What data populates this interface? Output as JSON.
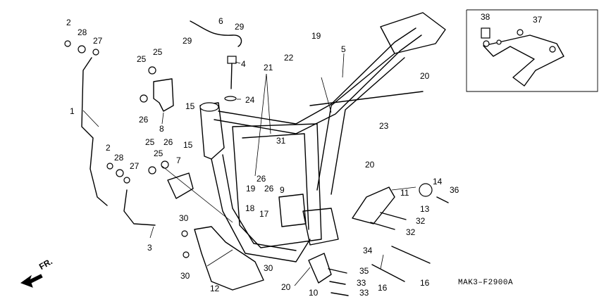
{
  "diagram_code": "MAK3–F2900A",
  "direction_label": "FR.",
  "callouts": [
    {
      "id": "c1",
      "label": "1"
    },
    {
      "id": "c2a",
      "label": "2"
    },
    {
      "id": "c28a",
      "label": "28"
    },
    {
      "id": "c27a",
      "label": "27"
    },
    {
      "id": "c2b",
      "label": "2"
    },
    {
      "id": "c28b",
      "label": "28"
    },
    {
      "id": "c27b",
      "label": "27"
    },
    {
      "id": "c3",
      "label": "3"
    },
    {
      "id": "c25a",
      "label": "25"
    },
    {
      "id": "c25b",
      "label": "25"
    },
    {
      "id": "c26a",
      "label": "26"
    },
    {
      "id": "c8",
      "label": "8"
    },
    {
      "id": "c25c",
      "label": "25"
    },
    {
      "id": "c25d",
      "label": "25"
    },
    {
      "id": "c26b",
      "label": "26"
    },
    {
      "id": "c7",
      "label": "7"
    },
    {
      "id": "c30a",
      "label": "30"
    },
    {
      "id": "c30b",
      "label": "30"
    },
    {
      "id": "c12",
      "label": "12"
    },
    {
      "id": "c29a",
      "label": "29"
    },
    {
      "id": "c6",
      "label": "6"
    },
    {
      "id": "c29b",
      "label": "29"
    },
    {
      "id": "c4",
      "label": "4"
    },
    {
      "id": "c24",
      "label": "24"
    },
    {
      "id": "c15a",
      "label": "15"
    },
    {
      "id": "c15b",
      "label": "15"
    },
    {
      "id": "c21",
      "label": "21"
    },
    {
      "id": "c22",
      "label": "22"
    },
    {
      "id": "c19a",
      "label": "19"
    },
    {
      "id": "c5",
      "label": "5"
    },
    {
      "id": "c20a",
      "label": "20"
    },
    {
      "id": "c23",
      "label": "23"
    },
    {
      "id": "c31",
      "label": "31"
    },
    {
      "id": "c26c",
      "label": "26"
    },
    {
      "id": "c19b",
      "label": "19"
    },
    {
      "id": "c9",
      "label": "9"
    },
    {
      "id": "c26d",
      "label": "26"
    },
    {
      "id": "c18",
      "label": "18"
    },
    {
      "id": "c17",
      "label": "17"
    },
    {
      "id": "c20b",
      "label": "20"
    },
    {
      "id": "c11",
      "label": "11"
    },
    {
      "id": "c14",
      "label": "14"
    },
    {
      "id": "c36",
      "label": "36"
    },
    {
      "id": "c13",
      "label": "13"
    },
    {
      "id": "c32a",
      "label": "32"
    },
    {
      "id": "c32b",
      "label": "32"
    },
    {
      "id": "c34",
      "label": "34"
    },
    {
      "id": "c16a",
      "label": "16"
    },
    {
      "id": "c16b",
      "label": "16"
    },
    {
      "id": "c35",
      "label": "35"
    },
    {
      "id": "c33a",
      "label": "33"
    },
    {
      "id": "c33b",
      "label": "33"
    },
    {
      "id": "c10",
      "label": "10"
    },
    {
      "id": "c30c",
      "label": "30"
    },
    {
      "id": "c20c",
      "label": "20"
    },
    {
      "id": "c38",
      "label": "38"
    },
    {
      "id": "c37",
      "label": "37"
    }
  ]
}
